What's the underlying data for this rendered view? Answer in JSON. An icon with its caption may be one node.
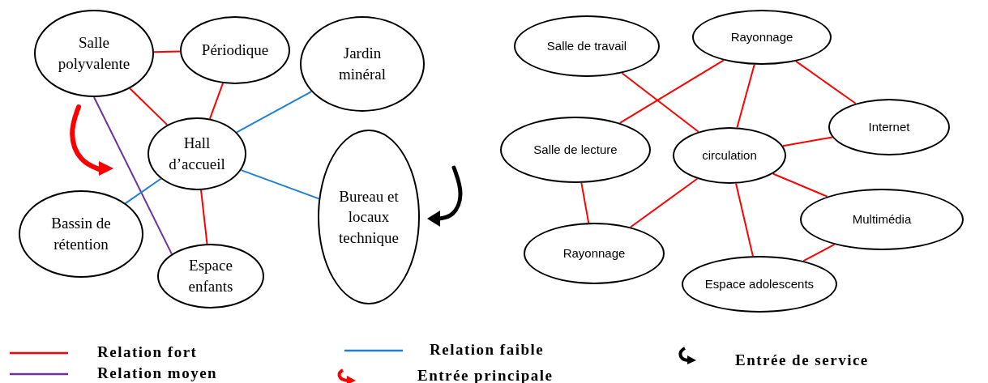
{
  "diagram": {
    "nodes": [
      {
        "text": [
          "Salle polyvalente"
        ]
      },
      {
        "text": [
          "Périodique"
        ]
      },
      {
        "text": [
          "Jardin minéral"
        ]
      },
      {
        "text": [
          "Hall d’accueil"
        ]
      },
      {
        "text": [
          "Bassin de rétention"
        ]
      },
      {
        "text": [
          "Espace enfants"
        ]
      },
      {
        "text": [
          "Bureau et locaux technique"
        ]
      },
      {
        "text": [
          "Salle de travail"
        ]
      },
      {
        "text": [
          "Rayonnage"
        ]
      },
      {
        "text": [
          "Internet"
        ]
      },
      {
        "text": [
          "Salle de lecture"
        ]
      },
      {
        "text": [
          "circulation"
        ]
      },
      {
        "text": [
          "Multimédia"
        ]
      },
      {
        "text": [
          "Rayonnage"
        ]
      },
      {
        "text": [
          "Espace adolescents"
        ]
      }
    ],
    "edges": [
      {
        "from": 0,
        "to": 1,
        "arrow": "none"
      },
      {
        "from": 0,
        "to": 3,
        "arrow": "none"
      },
      {
        "from": 1,
        "to": 3,
        "arrow": "none"
      },
      {
        "from": 0,
        "to": 5,
        "arrow": "none",
        "color": "#7030a0"
      },
      {
        "from": 3,
        "to": 2,
        "arrow": "none",
        "color": "#1f7fd0"
      },
      {
        "from": 3,
        "to": 6,
        "arrow": "none",
        "color": "#1f7fd0"
      },
      {
        "from": 3,
        "to": 4,
        "arrow": "none",
        "color": "#1f7fd0"
      },
      {
        "from": 3,
        "to": 5,
        "arrow": "none"
      },
      {
        "from": 7,
        "to": 11,
        "arrow": "none"
      },
      {
        "from": 10,
        "to": 8,
        "arrow": "none"
      },
      {
        "from": 8,
        "to": 11,
        "arrow": "none"
      },
      {
        "from": 8,
        "to": 9,
        "arrow": "none"
      },
      {
        "from": 11,
        "to": 9,
        "arrow": "none"
      },
      {
        "from": 10,
        "to": 13,
        "arrow": "none"
      },
      {
        "from": 11,
        "to": 13,
        "arrow": "none"
      },
      {
        "from": 11,
        "to": 12,
        "arrow": "none"
      },
      {
        "from": 11,
        "to": 14,
        "arrow": "none"
      },
      {
        "from": 12,
        "to": 14,
        "arrow": "none"
      }
    ],
    "legend": [
      {
        "text": "Relation fort",
        "color": "#ff0000"
      },
      {
        "text": "Relation faible",
        "color": "#1f7fd0"
      },
      {
        "text": "Entrée de service"
      },
      {
        "text": "Relation moyen",
        "color": "#7030a0"
      },
      {
        "text": "Entrée principale"
      }
    ]
  }
}
